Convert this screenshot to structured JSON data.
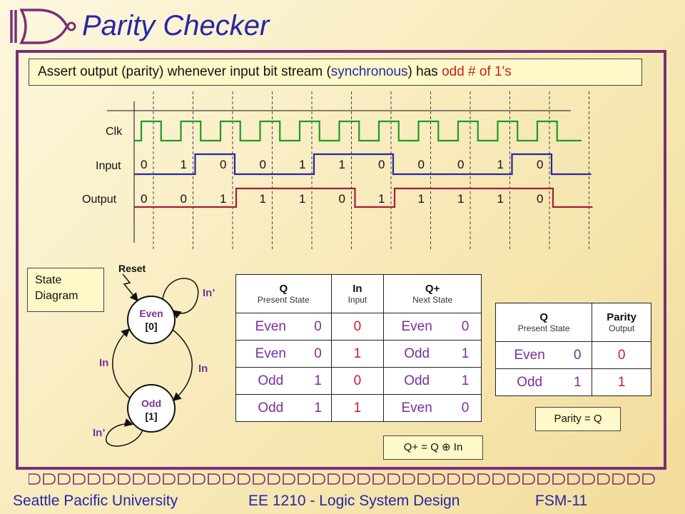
{
  "title": "Parity Checker",
  "banner": {
    "part1": "Assert output (parity) whenever input bit stream (",
    "part2": "synchronous",
    "part3": ") has ",
    "part4": "odd # of 1's"
  },
  "timing": {
    "clk_label": "Clk",
    "input_label": "Input",
    "output_label": "Output",
    "input_bits": [
      "0",
      "1",
      "0",
      "0",
      "1",
      "1",
      "0",
      "0",
      "0",
      "1",
      "0"
    ],
    "output_bits": [
      "0",
      "0",
      "1",
      "1",
      "1",
      "0",
      "1",
      "1",
      "1",
      "1",
      "0"
    ],
    "colors": {
      "clk": "#1e9a2a",
      "input": "#2626a8",
      "output": "#a01e3c"
    }
  },
  "state_diagram": {
    "box_line1": "State",
    "box_line2": "Diagram",
    "reset_label": "Reset",
    "even_name": "Even",
    "even_code": "[0]",
    "odd_name": "Odd",
    "odd_code": "[1]",
    "even_self_label": "In’",
    "odd_self_label": "In’",
    "even_to_odd_label": "In",
    "odd_to_even_label": "In"
  },
  "next_state_table": {
    "headers": [
      {
        "main": "Q",
        "sub": "Present State"
      },
      {
        "main": "In",
        "sub": "Input"
      },
      {
        "main": "Q+",
        "sub": "Next State"
      }
    ],
    "rows": [
      {
        "q": "Even",
        "qbit": "0",
        "in": "0",
        "qn": "Even",
        "qnbit": "0"
      },
      {
        "q": "Even",
        "qbit": "0",
        "in": "1",
        "qn": "Odd",
        "qnbit": "1"
      },
      {
        "q": "Odd",
        "qbit": "1",
        "in": "0",
        "qn": "Odd",
        "qnbit": "1"
      },
      {
        "q": "Odd",
        "qbit": "1",
        "in": "1",
        "qn": "Even",
        "qnbit": "0"
      }
    ],
    "equation": "Q+ = Q ⊕ In"
  },
  "output_table": {
    "headers": [
      {
        "main": "Q",
        "sub": "Present State"
      },
      {
        "main": "Parity",
        "sub": "Output"
      }
    ],
    "rows": [
      {
        "q": "Even",
        "qbit": "0",
        "out": "0"
      },
      {
        "q": "Odd",
        "qbit": "1",
        "out": "1"
      }
    ],
    "equation": "Parity = Q"
  },
  "footer": {
    "university": "Seattle  Pacific University",
    "course": "EE 1210 - Logic System Design",
    "slide": "FSM-11"
  },
  "colors": {
    "title": "#2626a8",
    "frame": "#7a2f78",
    "box_fill": "#fff8c8",
    "state_name": "#7a2f9a",
    "bit_red": "#c81e2c"
  }
}
